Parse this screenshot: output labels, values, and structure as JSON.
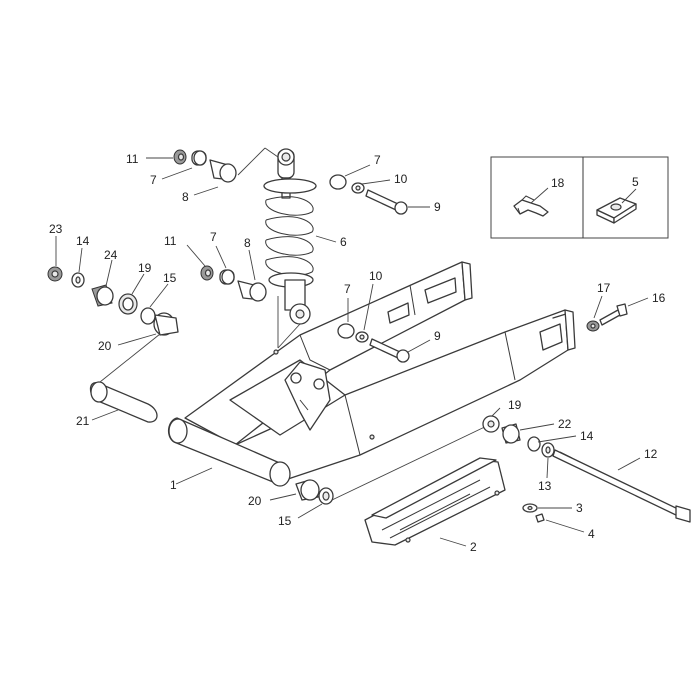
{
  "labels": [
    {
      "id": "l1",
      "text": "1"
    },
    {
      "id": "l2",
      "text": "2"
    },
    {
      "id": "l3",
      "text": "3"
    },
    {
      "id": "l4",
      "text": "4"
    },
    {
      "id": "l5",
      "text": "5"
    },
    {
      "id": "l6",
      "text": "6"
    },
    {
      "id": "l7a",
      "text": "7"
    },
    {
      "id": "l7b",
      "text": "7"
    },
    {
      "id": "l7c",
      "text": "7"
    },
    {
      "id": "l7d",
      "text": "7"
    },
    {
      "id": "l8a",
      "text": "8"
    },
    {
      "id": "l8b",
      "text": "8"
    },
    {
      "id": "l9a",
      "text": "9"
    },
    {
      "id": "l9b",
      "text": "9"
    },
    {
      "id": "l10a",
      "text": "10"
    },
    {
      "id": "l10b",
      "text": "10"
    },
    {
      "id": "l11a",
      "text": "11"
    },
    {
      "id": "l11b",
      "text": "11"
    },
    {
      "id": "l12",
      "text": "12"
    },
    {
      "id": "l13",
      "text": "13"
    },
    {
      "id": "l14a",
      "text": "14"
    },
    {
      "id": "l14b",
      "text": "14"
    },
    {
      "id": "l15a",
      "text": "15"
    },
    {
      "id": "l15b",
      "text": "15"
    },
    {
      "id": "l16",
      "text": "16"
    },
    {
      "id": "l17",
      "text": "17"
    },
    {
      "id": "l18",
      "text": "18"
    },
    {
      "id": "l19a",
      "text": "19"
    },
    {
      "id": "l19b",
      "text": "19"
    },
    {
      "id": "l20a",
      "text": "20"
    },
    {
      "id": "l20b",
      "text": "20"
    },
    {
      "id": "l21",
      "text": "21"
    },
    {
      "id": "l22",
      "text": "22"
    },
    {
      "id": "l23",
      "text": "23"
    },
    {
      "id": "l24",
      "text": "24"
    }
  ]
}
